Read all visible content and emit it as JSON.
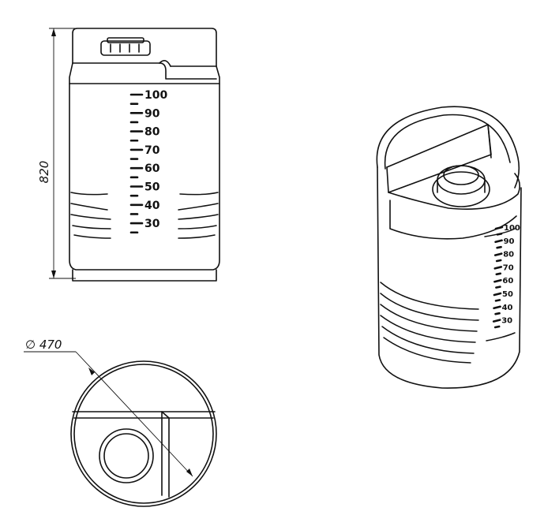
{
  "dimensions": {
    "height": "820",
    "diameter": "∅ 470"
  },
  "level_scale": {
    "labels": [
      "100",
      "90",
      "80",
      "70",
      "60",
      "50",
      "40",
      "30"
    ],
    "iso_labels": [
      "100",
      "90",
      "80",
      "70",
      "60",
      "50",
      "40",
      "30"
    ]
  },
  "colors": {
    "line": "#111111",
    "background": "#ffffff"
  }
}
